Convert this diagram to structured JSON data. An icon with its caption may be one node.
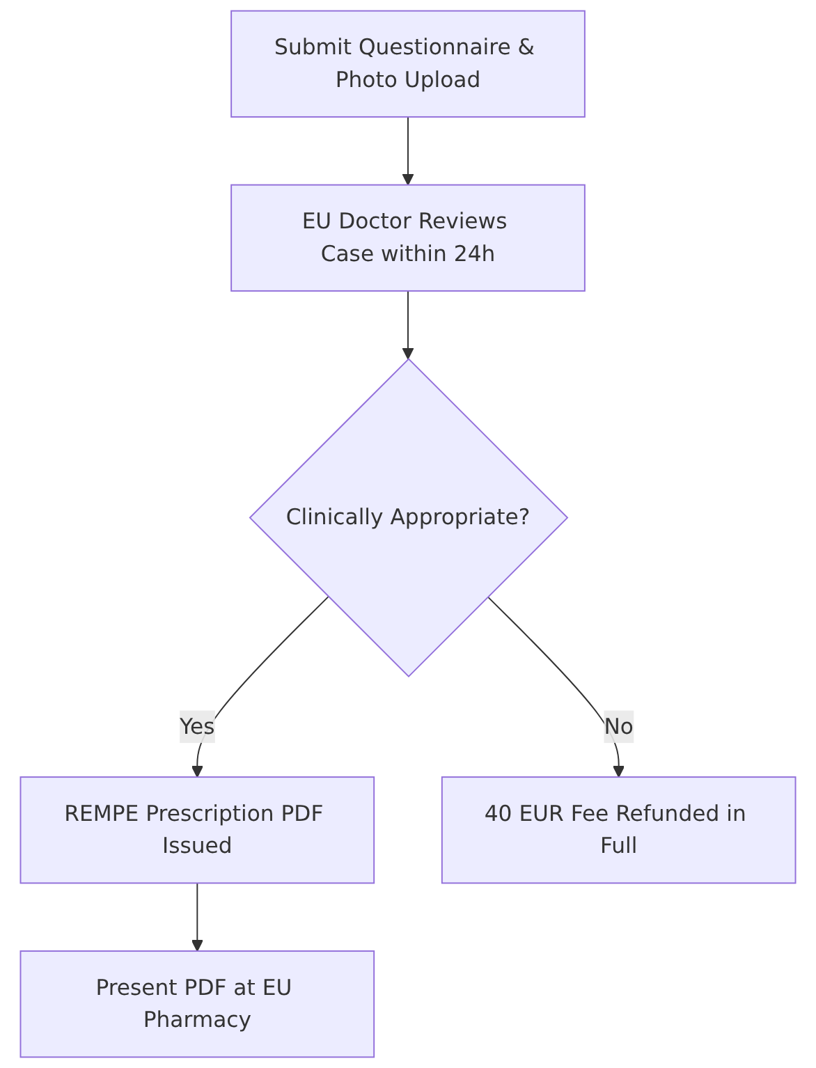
{
  "diagram": {
    "nodes": [
      {
        "text": [
          "Submit Questionnaire & Photo Upload"
        ]
      },
      {
        "text": [
          "EU Doctor Reviews Case within 24h"
        ]
      },
      {
        "text": [
          "Clinically Appropriate?"
        ]
      },
      {
        "text": [
          "REMPE Prescription PDF Issued"
        ]
      },
      {
        "text": [
          "40 EUR Fee Refunded in Full"
        ]
      },
      {
        "text": [
          "Present PDF at EU Pharmacy"
        ]
      }
    ],
    "edges": [
      {
        "from": 0,
        "to": 1,
        "arrow": "to"
      },
      {
        "from": 1,
        "to": 2,
        "arrow": "to"
      },
      {
        "from": 2,
        "to": 3,
        "arrow": "to",
        "label": "Yes"
      },
      {
        "from": 2,
        "to": 4,
        "arrow": "to",
        "label": "No"
      },
      {
        "from": 3,
        "to": 5,
        "arrow": "to"
      }
    ]
  }
}
